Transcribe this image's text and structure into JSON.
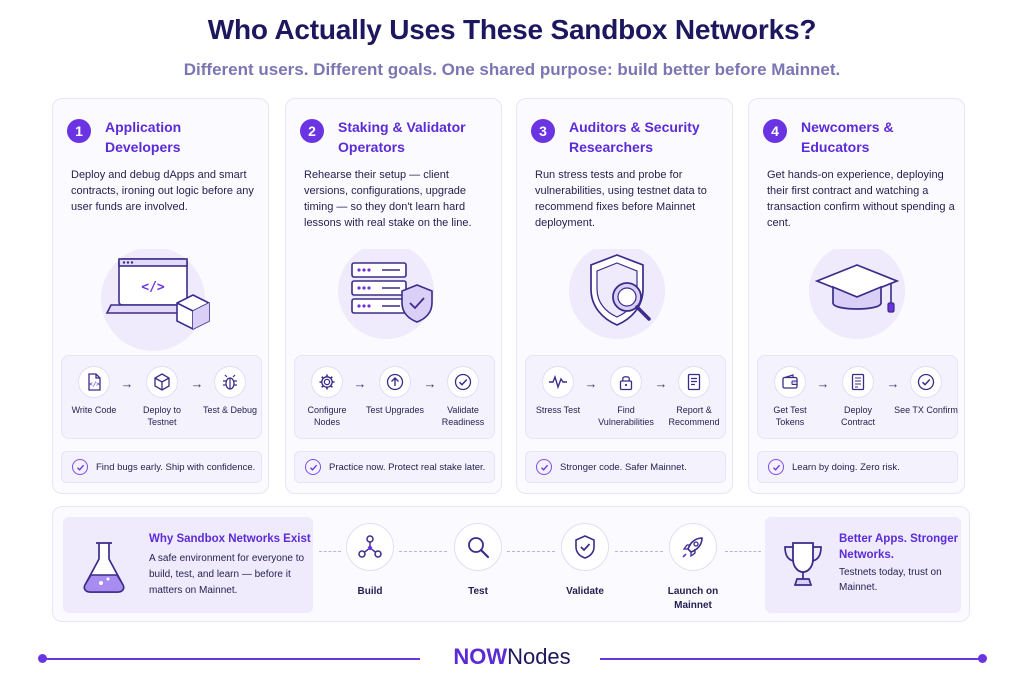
{
  "title": "Who Actually Uses These Sandbox Networks?",
  "subtitle": "Different users. Different goals. One shared purpose: build better before Mainnet.",
  "cards": [
    {
      "number": "1",
      "title": "Application Developers",
      "description": "Deploy and debug dApps and smart contracts, ironing out logic before any user funds are involved.",
      "illustration": "laptop-code-cube-icon",
      "steps": [
        {
          "label": "Write Code",
          "icon": "code-file-icon"
        },
        {
          "label": "Deploy to Testnet",
          "icon": "cube-icon"
        },
        {
          "label": "Test & Debug",
          "icon": "bug-icon"
        }
      ],
      "tagline": "Find bugs early. Ship with confidence."
    },
    {
      "number": "2",
      "title": "Staking & Validator Operators",
      "description": "Rehearse their setup — client versions, configurations, upgrade timing — so they don't learn hard lessons with real stake on the line.",
      "illustration": "server-shield-icon",
      "steps": [
        {
          "label": "Configure Nodes",
          "icon": "gear-icon"
        },
        {
          "label": "Test Upgrades",
          "icon": "arrow-up-icon"
        },
        {
          "label": "Validate Readiness",
          "icon": "check-circle-icon"
        }
      ],
      "tagline": "Practice now. Protect real stake later."
    },
    {
      "number": "3",
      "title": "Auditors & Security Researchers",
      "description": "Run stress tests and probe for vulnerabilities, using testnet data to recommend fixes before Mainnet deployment.",
      "illustration": "shield-magnifier-icon",
      "steps": [
        {
          "label": "Stress Test",
          "icon": "pulse-icon"
        },
        {
          "label": "Find Vulnerabilities",
          "icon": "lock-icon"
        },
        {
          "label": "Report & Recommend",
          "icon": "report-icon"
        }
      ],
      "tagline": "Stronger code. Safer Mainnet."
    },
    {
      "number": "4",
      "title": "Newcomers & Educators",
      "description": "Get hands-on experience, deploying their first contract and watching a transaction confirm without spending a cent.",
      "illustration": "graduation-cap-icon",
      "steps": [
        {
          "label": "Get Test Tokens",
          "icon": "wallet-icon"
        },
        {
          "label": "Deploy Contract",
          "icon": "contract-icon"
        },
        {
          "label": "See TX Confirm",
          "icon": "check-circle-icon"
        }
      ],
      "tagline": "Learn by doing. Zero risk."
    }
  ],
  "bottom": {
    "why_title": "Why Sandbox Networks Exist",
    "why_desc": "A safe environment for everyone to build, test, and learn — before it matters on Mainnet.",
    "steps": [
      {
        "label": "Build",
        "icon": "network-icon"
      },
      {
        "label": "Test",
        "icon": "magnifier-icon"
      },
      {
        "label": "Validate",
        "icon": "shield-check-icon"
      },
      {
        "label": "Launch on Mainnet",
        "icon": "rocket-icon"
      }
    ],
    "better_title": "Better Apps. Stronger Networks.",
    "better_desc": "Testnets today, trust on Mainnet."
  },
  "brand": {
    "bold": "NOW",
    "rest": "Nodes"
  },
  "colors": {
    "accent": "#6a34e3",
    "title": "#1c175e",
    "subtitle": "#7b76b3",
    "card_bg": "#fbfaff"
  }
}
